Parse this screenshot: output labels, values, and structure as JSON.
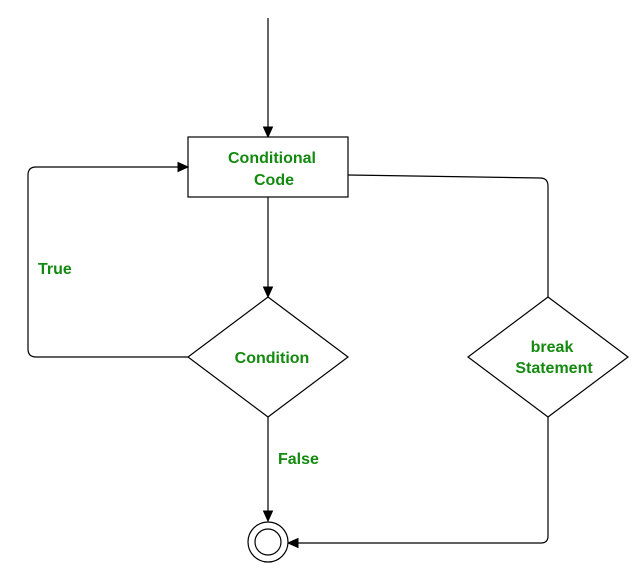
{
  "nodes": {
    "conditional_code": {
      "line1": "Conditional",
      "line2": "Code"
    },
    "condition": {
      "label": "Condition"
    },
    "break_statement": {
      "line1": "break",
      "line2": "Statement"
    }
  },
  "edges": {
    "true_label": "True",
    "false_label": "False"
  },
  "colors": {
    "label_green": "#138A0F",
    "stroke": "#000000",
    "fill": "#ffffff"
  }
}
